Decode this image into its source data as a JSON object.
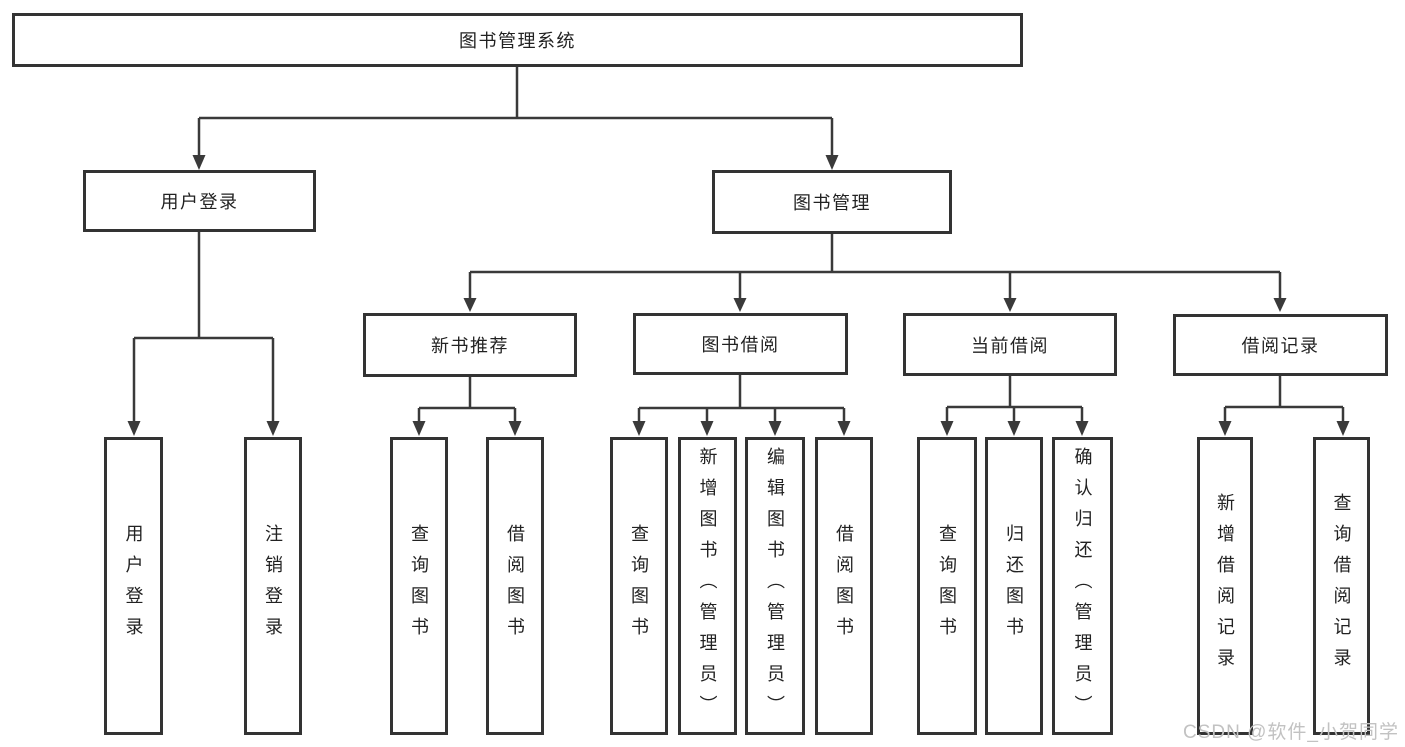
{
  "diagram": {
    "title": "图书管理系统",
    "watermark": "CSDN @软件_小贺同学",
    "colors": {
      "background": "#ffffff",
      "box_border": "#333333",
      "connector_line": "#3a3a3a",
      "text": "#222222",
      "watermark_text": "#c2c2c2"
    }
  },
  "nodes": {
    "root": {
      "label": "图书管理系统"
    },
    "level2": [
      {
        "label": "用户登录"
      },
      {
        "label": "图书管理"
      }
    ],
    "level3": [
      {
        "label": "新书推荐"
      },
      {
        "label": "图书借阅"
      },
      {
        "label": "当前借阅"
      },
      {
        "label": "借阅记录"
      }
    ],
    "leaves": {
      "user_login": [
        "用户登录",
        "注销登录"
      ],
      "new_books": [
        "查询图书",
        "借阅图书"
      ],
      "book_borrow": [
        "查询图书",
        "新增图书（管理员）",
        "编辑图书（管理员）",
        "借阅图书"
      ],
      "current_borrow": [
        "查询图书",
        "归还图书",
        "确认归还（管理员）"
      ],
      "borrow_records": [
        "新增借阅记录",
        "查询借阅记录"
      ]
    }
  }
}
